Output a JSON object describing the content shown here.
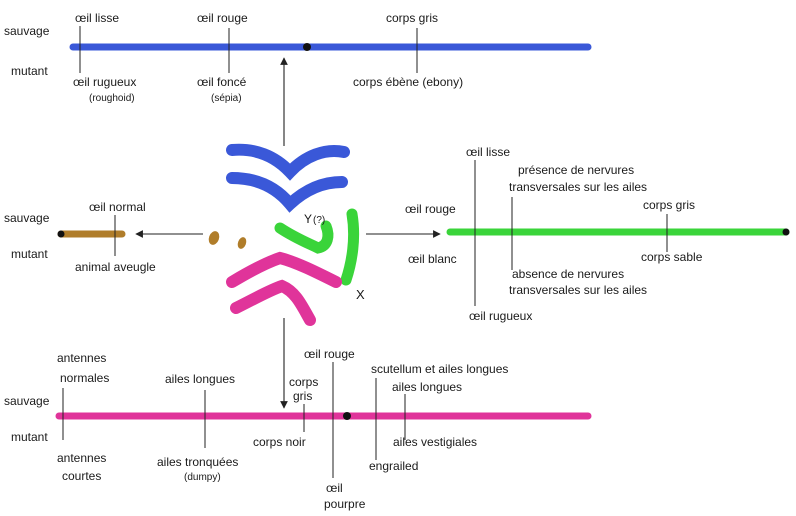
{
  "colors": {
    "chrom2": "#3a58d8",
    "chrom4": "#b07d2a",
    "chromX": "#3ad43a",
    "chrom3": "#e0349a",
    "text": "#1a1a1a"
  },
  "top": {
    "sauvage": "sauvage",
    "mutant": "mutant",
    "wild": [
      "œil lisse",
      "œil rouge",
      "corps gris"
    ],
    "mut": [
      "œil rugueux",
      "(roughoid)",
      "œil foncé",
      "(sépia)",
      "corps ébène (ebony)"
    ]
  },
  "left": {
    "sauvage": "sauvage",
    "mutant": "mutant",
    "wild": "œil normal",
    "mut": "animal aveugle"
  },
  "center": {
    "y_label": "Y",
    "y_sub": "(?)",
    "x_label": "X"
  },
  "right": {
    "wild_top": "œil lisse",
    "wild_presence_1": "présence de nervures",
    "wild_presence_2": "transversales sur les ailes",
    "wild_rouge": "œil rouge",
    "wild_gris": "corps gris",
    "mut_blanc": "œil blanc",
    "mut_sable": "corps sable",
    "mut_absence_1": "absence de nervures",
    "mut_absence_2": "transversales sur les ailes",
    "mut_rugueux": "œil rugueux"
  },
  "bottom": {
    "antennes_normales_1": "antennes",
    "antennes_normales_2": "normales",
    "sauvage": "sauvage",
    "mutant": "mutant",
    "antennes_courtes_1": "antennes",
    "antennes_courtes_2": "courtes",
    "ailes_longues_left": "ailes longues",
    "corps": "corps",
    "gris": "gris",
    "oeil_rouge": "œil rouge",
    "scutellum": "scutellum et ailes longues",
    "ailes_longues_right": "ailes longues",
    "ailes_tronquees": "ailes tronquées",
    "dumpy": "(dumpy)",
    "corps_noir": "corps noir",
    "ailes_vestigiales": "ailes vestigiales",
    "engrailed": "engrailed",
    "oeil_bottom": "œil",
    "pourpre": "pourpre"
  }
}
